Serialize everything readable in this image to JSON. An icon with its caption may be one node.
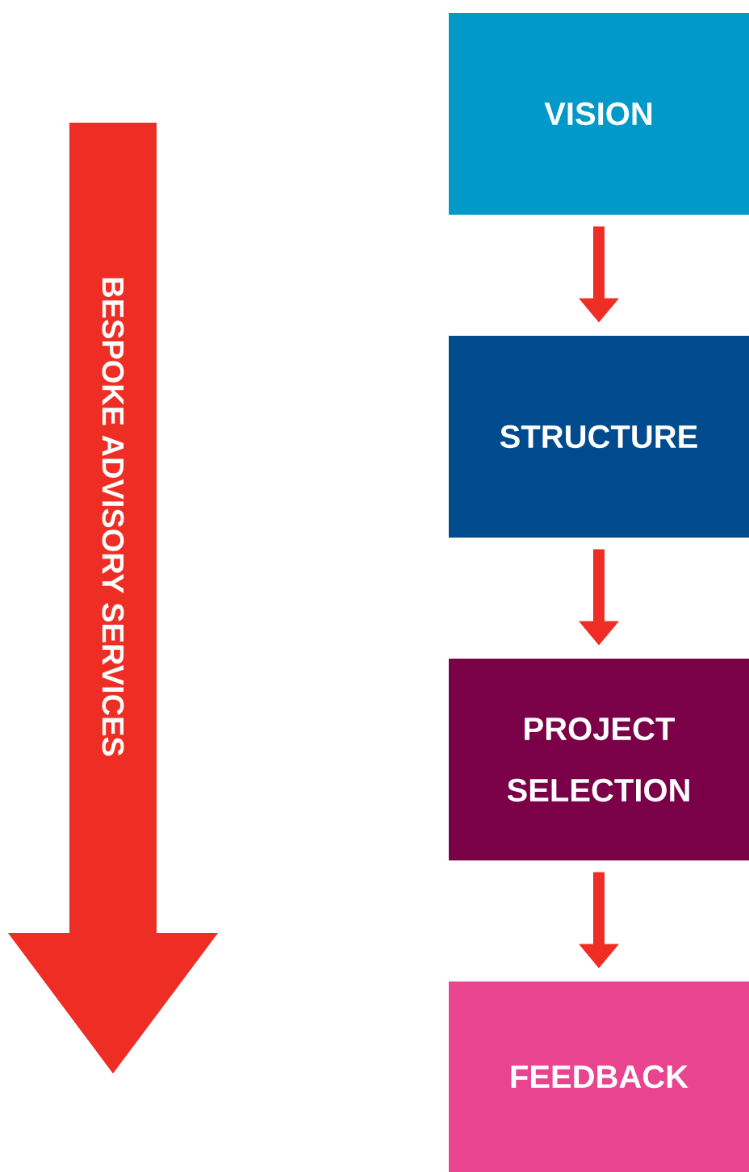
{
  "diagram": {
    "nodes": [
      {
        "text": [
          "BESPOKE ADVISORY SERVICES"
        ]
      },
      {
        "text": [
          "VISION"
        ]
      },
      {
        "text": [
          "STRUCTURE"
        ]
      },
      {
        "text": [
          "PROJECT SELECTION"
        ]
      },
      {
        "text": [
          "FEEDBACK"
        ]
      }
    ],
    "edges": [
      {
        "from": 1,
        "to": 2,
        "arrow": "to"
      },
      {
        "from": 2,
        "to": 3,
        "arrow": "to"
      },
      {
        "from": 3,
        "to": 4,
        "arrow": "to"
      }
    ]
  }
}
